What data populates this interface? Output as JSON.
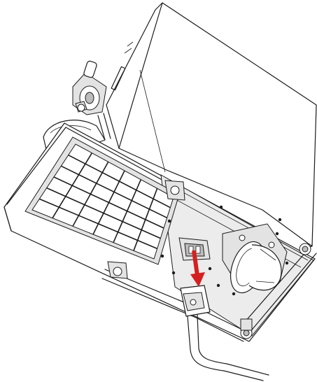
{
  "figure": {
    "colors": {
      "line": "#1c1c1c",
      "panel": "#ffffff",
      "filter_frame": "#e3e3e3",
      "tray": "#ececec",
      "arrow": "#d42020"
    },
    "arrow_direction": "down",
    "filter_grid": {
      "rows": 6,
      "cols": 6
    }
  }
}
